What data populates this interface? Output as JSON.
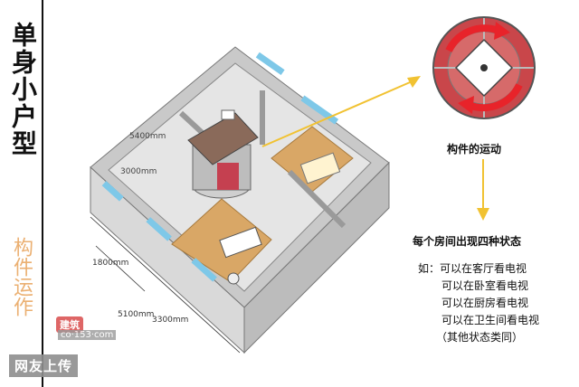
{
  "title": "单身小户型",
  "subtitle": "构件运作",
  "caption_motion": "构件的运动",
  "desc_heading": "每个房间出现四种状态",
  "examples": [
    "如：可以在客厅看电视",
    "可以在卧室看电视",
    "可以在厨房看电视",
    "可以在卫生间看电视",
    "（其他状态类同）"
  ],
  "dimensions": {
    "d1": "5400mm",
    "d2": "3000mm",
    "d3": "1800mm",
    "d4": "5100mm",
    "d5": "3300mm"
  },
  "watermark": {
    "brand": "建筑",
    "url": "co·153·com",
    "upload": "网友上传"
  },
  "colors": {
    "accent_arrow": "#f1c232",
    "rotor_red": "#d93a2b",
    "window_blue": "#7ec8e8",
    "floor_wood": "#d9a766"
  }
}
